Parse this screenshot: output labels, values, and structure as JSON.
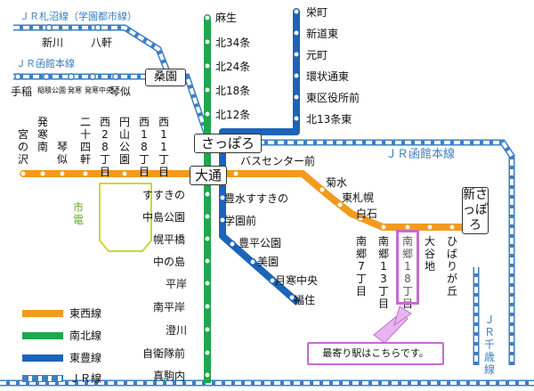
{
  "colors": {
    "tozai": "#f39a1e",
    "namboku": "#1fa84a",
    "toho": "#1c64b9",
    "jr": "#3d7fc4",
    "highlight": "#c66bd0",
    "tram": "#c9d83a"
  },
  "lines": {
    "jr_sassho": "ＪＲ札沼線（学園都市線）",
    "jr_hakodate_top": "ＪＲ函館本線",
    "jr_hakodate_mid": "ＪＲ函館本線",
    "jr_chitose": "ＪＲ千歳線",
    "tram": "市電"
  },
  "hubs": {
    "sapporo": "さっぽろ",
    "odori": "大通",
    "kuwazono": "桑園",
    "shin_sapporo": "新さっぽろ"
  },
  "stations": {
    "sassho": [
      "新川",
      "八軒"
    ],
    "hakodate_west": [
      "手稲",
      "稲積公園",
      "発寒",
      "発寒中央",
      "琴似"
    ],
    "namboku_north": [
      "麻生",
      "北34条",
      "北24条",
      "北18条",
      "北12条"
    ],
    "toho_north": [
      "栄町",
      "新道東",
      "元町",
      "環状通東",
      "東区役所前",
      "北13条東"
    ],
    "tozai_west": [
      "宮の沢",
      "発寒南",
      "琴似",
      "二十四軒",
      "西28丁目",
      "円山公園",
      "西18丁目",
      "西11丁目"
    ],
    "tozai_east_top": [
      "バスセンター前",
      "菊水",
      "東札幌",
      "白石"
    ],
    "tozai_east_bottom": [
      "南郷7丁目",
      "南郷13丁目",
      "南郷18丁目",
      "大谷地",
      "ひばりが丘"
    ],
    "namboku_south": [
      "すすきの",
      "中島公園",
      "幌平橋",
      "中の島",
      "平岸",
      "南平岸",
      "澄川",
      "自衛隊前",
      "真駒内"
    ],
    "toho_south": [
      "豊水すすきの",
      "学園前",
      "豊平公園",
      "美園",
      "月寒中央",
      "福住"
    ]
  },
  "legend": [
    {
      "label": "東西線",
      "color": "#f39a1e"
    },
    {
      "label": "南北線",
      "color": "#1fa84a"
    },
    {
      "label": "東豊線",
      "color": "#1c64b9"
    },
    {
      "label": "ＪＲ線",
      "color": "#3d7fc4"
    }
  ],
  "callout": "最寄り駅はこちらです。"
}
